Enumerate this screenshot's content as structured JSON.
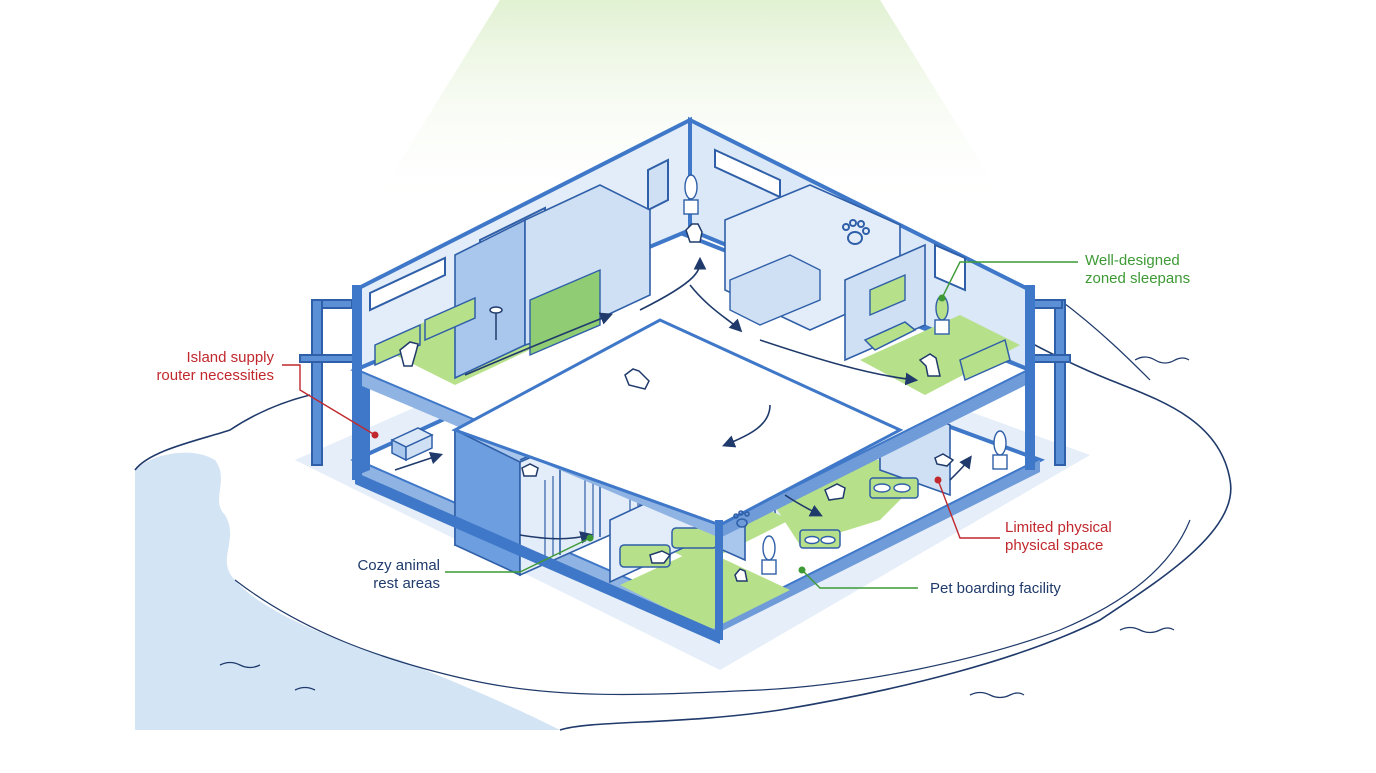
{
  "colors": {
    "wall_blue": "#3f78c8",
    "wall_fill": "#cfe0f4",
    "floor": "#ffffff",
    "grass": "#b7e08a",
    "water": "#d3e4f5",
    "callout_red": "#c0282d",
    "callout_green": "#3d9a35",
    "text_navy": "#1f3a6b",
    "spotlight": "#e6f4dc"
  },
  "callouts": {
    "island_supply": {
      "lines": [
        "Island supply",
        "router necessities"
      ],
      "color": "red"
    },
    "well_designed": {
      "lines": [
        "Well-designed",
        "zoned sleepans"
      ],
      "color": "green"
    },
    "limited_space": {
      "lines": [
        "Limited physical",
        "physical space"
      ],
      "color": "red"
    },
    "cozy_rest": {
      "lines": [
        "Cozy animal",
        "rest areas"
      ],
      "color": "navy"
    },
    "pet_boarding": {
      "lines": [
        "Pet boarding facility"
      ],
      "color": "navy"
    }
  },
  "icons": [
    "paw-icon",
    "dog-icon",
    "cat-icon",
    "plant-icon",
    "lamp-icon",
    "food-bowl-icon",
    "supply-box-icon"
  ]
}
